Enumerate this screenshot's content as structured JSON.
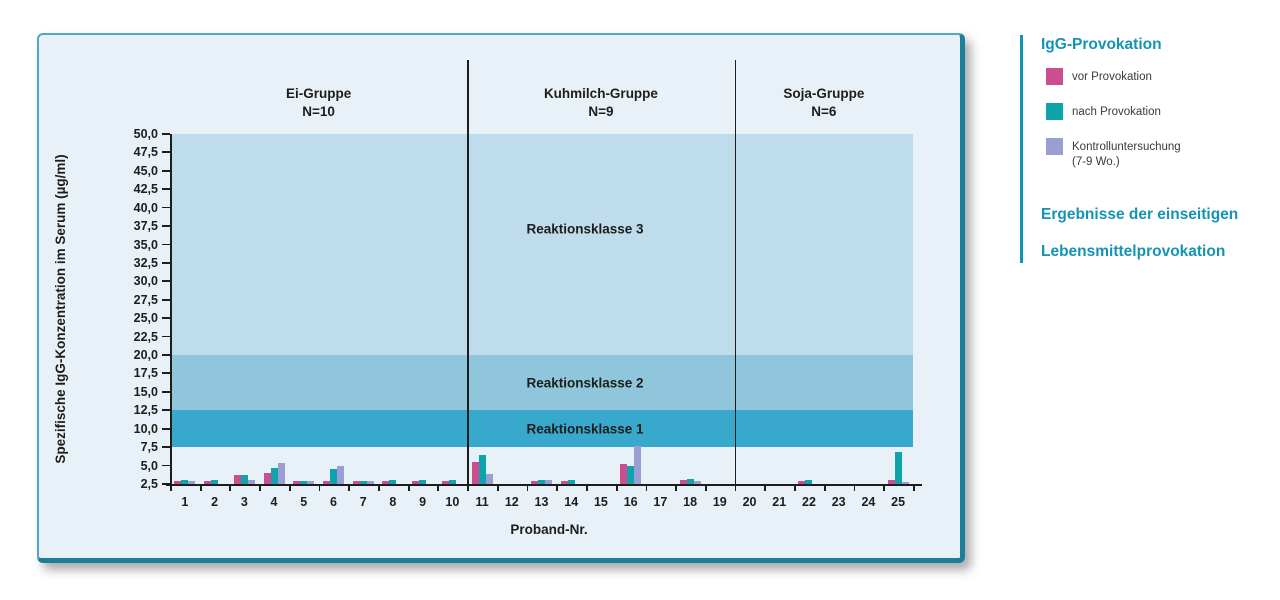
{
  "accent_color": "#1593b4",
  "panel_bg": "#e8f1f8",
  "chart_data": {
    "type": "bar",
    "xlabel": "Proband-Nr.",
    "ylabel": "Spezifische IgG-Konzentration im Serum (µg/ml)",
    "ylim": [
      2.5,
      50.0
    ],
    "ytick_step": 2.5,
    "ytick_labels": [
      "50,0",
      "47,5",
      "45,0",
      "42,5",
      "40,0",
      "37,5",
      "35,0",
      "32,5",
      "30,0",
      "27,5",
      "25,0",
      "22,5",
      "20,0",
      "17,5",
      "15,0",
      "12,5",
      "10,0",
      "7,5",
      "5,0",
      "2,5"
    ],
    "x": [
      "1",
      "2",
      "3",
      "4",
      "5",
      "6",
      "7",
      "8",
      "9",
      "10",
      "11",
      "12",
      "13",
      "14",
      "15",
      "16",
      "17",
      "18",
      "19",
      "20",
      "21",
      "22",
      "23",
      "24",
      "25"
    ],
    "groups": [
      {
        "label": "Ei-Gruppe",
        "n_label": "N=10",
        "from": 1,
        "to": 10
      },
      {
        "label": "Kuhmilch-Gruppe",
        "n_label": "N=9",
        "from": 11,
        "to": 19
      },
      {
        "label": "Soja-Gruppe",
        "n_label": "N=6",
        "from": 20,
        "to": 25
      }
    ],
    "bands": [
      {
        "label": "Reaktionsklasse 3",
        "from": 20.0,
        "to": 50.0,
        "color": "#bfdcec",
        "label_dy": -16
      },
      {
        "label": "Reaktionsklasse 2",
        "from": 12.5,
        "to": 20.0,
        "color": "#90c6dc",
        "label_dy": 0
      },
      {
        "label": "Reaktionsklasse 1",
        "from": 7.5,
        "to": 12.5,
        "color": "#38a9cc",
        "label_dy": 0
      }
    ],
    "series": [
      {
        "name": "vor Provokation",
        "color": "#cb4e8f",
        "values": [
          2.9,
          2.9,
          3.7,
          4.0,
          2.9,
          2.9,
          2.9,
          2.9,
          2.9,
          2.9,
          5.5,
          null,
          2.9,
          2.9,
          null,
          5.2,
          null,
          3.0,
          null,
          null,
          null,
          2.9,
          null,
          null,
          3.0
        ]
      },
      {
        "name": "nach Provokation",
        "color": "#0fa3ab",
        "values": [
          3.0,
          3.0,
          3.7,
          4.7,
          2.9,
          4.6,
          2.9,
          3.0,
          3.0,
          3.0,
          6.5,
          null,
          3.0,
          3.0,
          null,
          5.0,
          null,
          3.2,
          null,
          null,
          null,
          3.1,
          null,
          null,
          6.9
        ]
      },
      {
        "name": "Kontrolluntersuchung (7-9 Wo.)",
        "color": "#9b9ed3",
        "values": [
          2.9,
          null,
          3.1,
          5.3,
          2.9,
          4.9,
          2.9,
          null,
          null,
          null,
          3.9,
          null,
          3.0,
          null,
          null,
          7.6,
          null,
          2.9,
          null,
          null,
          null,
          null,
          null,
          null,
          2.8
        ]
      }
    ]
  },
  "legend": {
    "title": "IgG-Provokation",
    "items": [
      {
        "label": "vor Provokation",
        "label2": "",
        "color": "#cb4e8f"
      },
      {
        "label": "nach Provokation",
        "label2": "",
        "color": "#0fa3ab"
      },
      {
        "label": "Kontrolluntersuchung",
        "label2": "(7-9 Wo.)",
        "color": "#9b9ed3"
      }
    ],
    "footer_line1": "Ergebnisse der einseitigen",
    "footer_line2": "Lebensmittelprovokation"
  }
}
